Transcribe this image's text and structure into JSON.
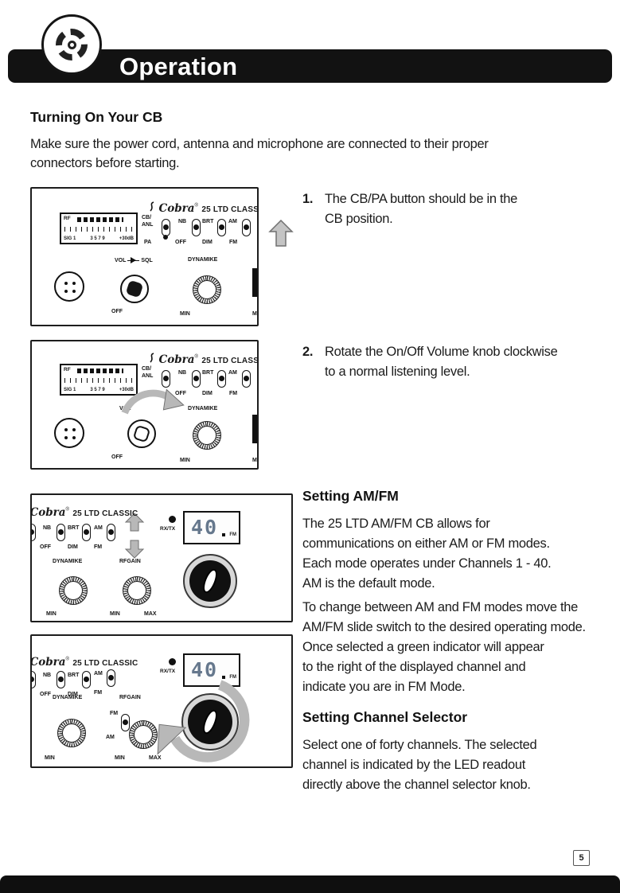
{
  "header": {
    "title": "Operation"
  },
  "intro": {
    "heading": "Turning On Your CB",
    "lines": [
      "Make sure the power cord, antenna and microphone are connected to their proper",
      "connectors before starting."
    ]
  },
  "steps": [
    {
      "num": "1.",
      "lines": [
        "The CB/PA button should be in the",
        "CB position."
      ]
    },
    {
      "num": "2.",
      "lines": [
        "Rotate the On/Off Volume knob clockwise",
        "to a normal listening level."
      ]
    }
  ],
  "amfm": {
    "heading": "Setting AM/FM",
    "para1_lines": [
      "The 25 LTD AM/FM CB allows for",
      "communications on either AM or FM modes.",
      "Each mode operates under Channels 1 - 40.",
      "AM is the default mode."
    ],
    "para2_lines": [
      "To change between AM and FM modes move the",
      "AM/FM slide switch to the desired operating mode.",
      "Once selected a green indicator will appear",
      "to the right of the displayed channel and",
      "indicate you are in FM Mode."
    ]
  },
  "channel_selector": {
    "heading": "Setting Channel Selector",
    "para_lines": [
      "Select one of forty channels. The selected",
      "channel is indicated by the LED readout",
      "directly above the channel selector knob."
    ]
  },
  "footer": {
    "page_number": "5"
  },
  "radio": {
    "brand": "Cobra",
    "reg": "®",
    "model": "25 LTD CLASSIC",
    "meter": {
      "rf": "RF",
      "sig": "SIG 1",
      "scale": "3 5 7 9",
      "db": "+30dB"
    },
    "switches": {
      "cb": "CB/",
      "anl": "ANL",
      "pa": "PA",
      "nb": "NB",
      "off": "OFF",
      "brt": "BRT",
      "dim": "DIM",
      "am": "AM",
      "fm": "FM"
    },
    "vol": "VOL",
    "sql": "SQL",
    "dynamike": "DYNAMIKE",
    "rfgain": "RFGAIN",
    "off": "OFF",
    "min": "MIN",
    "max": "MAX",
    "rxtx": "RX/TX",
    "display": {
      "channel": "40",
      "mode": "FM"
    }
  }
}
